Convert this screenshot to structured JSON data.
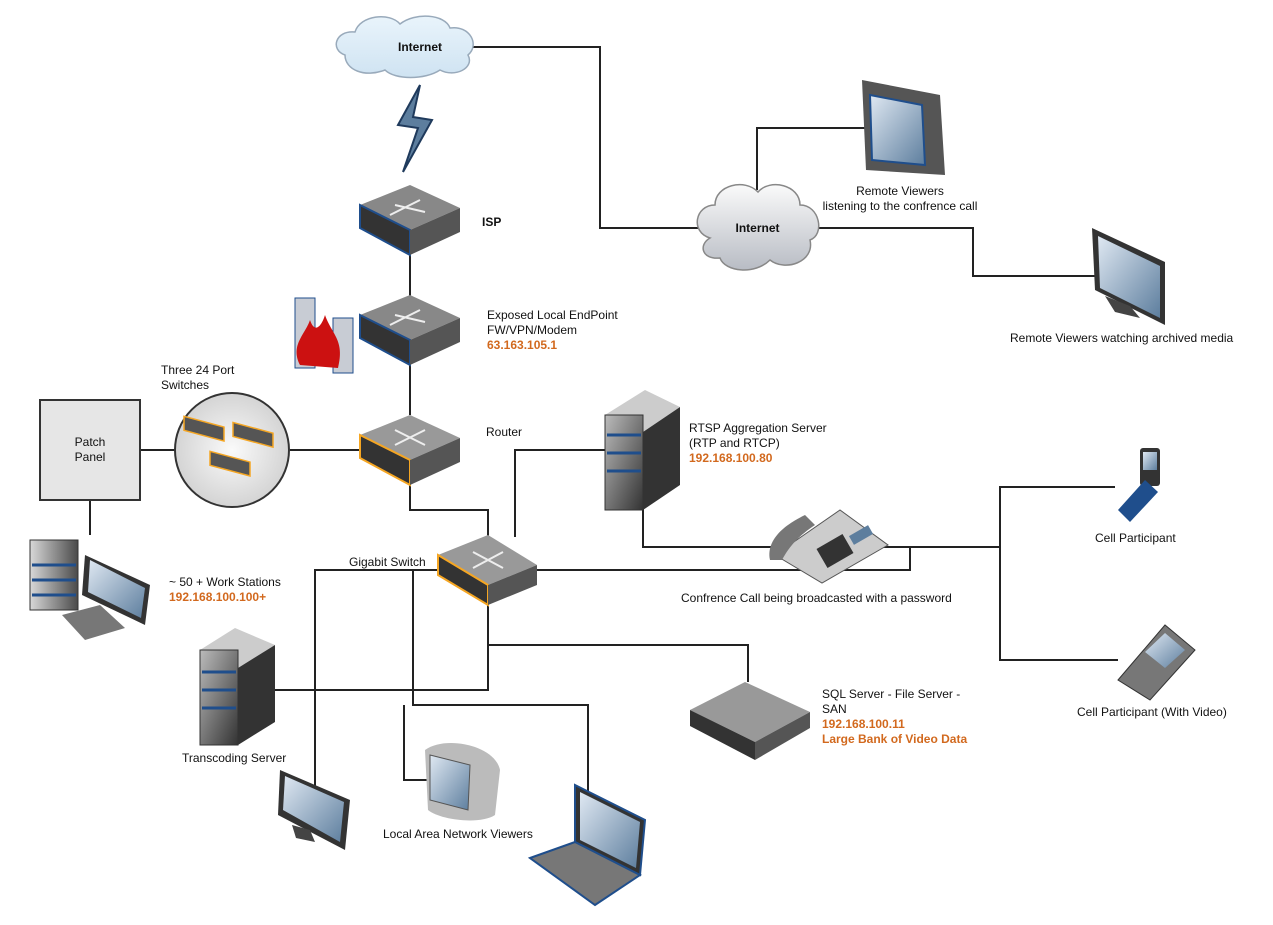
{
  "colors": {
    "ip_text": "#d2691e",
    "line": "#222222",
    "switch_accent": "#f5a623",
    "device_blue": "#1f4e8c"
  },
  "nodes": {
    "internet_top": {
      "label": "Internet"
    },
    "internet_mid": {
      "label": "Internet"
    },
    "isp": {
      "label": "ISP"
    },
    "endpoint": {
      "label1": "Exposed Local EndPoint",
      "label2": "FW/VPN/Modem",
      "ip": "63.163.105.1"
    },
    "router": {
      "label": "Router"
    },
    "switches": {
      "label1": "Three 24 Port",
      "label2": "Switches"
    },
    "patch_panel": {
      "label1": "Patch",
      "label2": "Panel"
    },
    "workstations": {
      "label": "~ 50 + Work Stations",
      "ip": "192.168.100.100+"
    },
    "gigabit": {
      "label": "Gigabit Switch"
    },
    "rtsp": {
      "label1": "RTSP Aggregation Server",
      "label2": "(RTP and RTCP)",
      "ip": "192.168.100.80"
    },
    "conference": {
      "label": "Confrence Call being broadcasted with a password"
    },
    "remote_listen": {
      "label1": "Remote Viewers",
      "label2": "listening to the confrence call"
    },
    "remote_archived": {
      "label": "Remote Viewers watching archived media"
    },
    "cell1": {
      "label": "Cell Participant"
    },
    "cell2": {
      "label": "Cell Participant (With Video)"
    },
    "sql": {
      "label1": "SQL Server - File Server -",
      "label2": "SAN",
      "ip": "192.168.100.11",
      "note": "Large Bank of Video Data"
    },
    "transcoding": {
      "label": "Transcoding Server"
    },
    "lan": {
      "label": "Local Area Network Viewers"
    }
  }
}
